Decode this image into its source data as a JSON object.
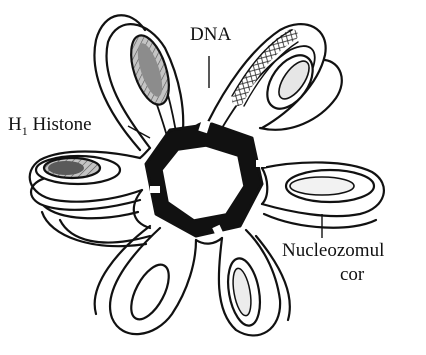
{
  "labels": {
    "dna": "DNA",
    "h1_histone_prefix": "H",
    "h1_histone_subscript": "1",
    "h1_histone_suffix": " Histone",
    "nucleosome_core_line1": "Nucleozomul",
    "nucleosome_core_line2": "cor"
  },
  "colors": {
    "ink": "#111111",
    "shade": "#9a9a9a",
    "background": "#ffffff"
  }
}
